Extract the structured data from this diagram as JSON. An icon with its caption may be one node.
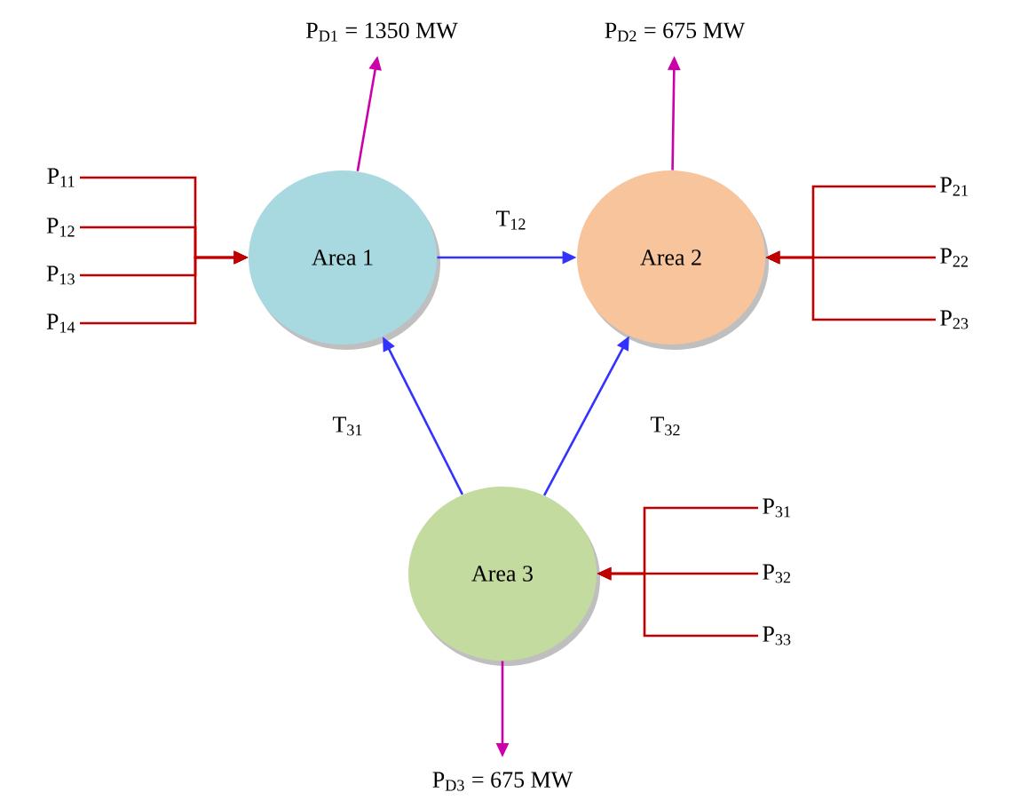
{
  "diagram": {
    "nodes": [
      {
        "text": [
          "Area 1"
        ]
      },
      {
        "text": [
          "Area 2"
        ]
      },
      {
        "text": [
          "Area 3"
        ]
      },
      {
        "text": [
          "P$_{11}$"
        ]
      },
      {
        "text": [
          "P$_{12}$"
        ]
      },
      {
        "text": [
          "P$_{13}$"
        ]
      },
      {
        "text": [
          "P$_{14}$"
        ]
      },
      {
        "text": [
          "P$_{21}$"
        ]
      },
      {
        "text": [
          "P$_{22}$"
        ]
      },
      {
        "text": [
          "P$_{23}$"
        ]
      },
      {
        "text": [
          "P$_{31}$"
        ]
      },
      {
        "text": [
          "P$_{32}$"
        ]
      },
      {
        "text": [
          "P$_{33}$"
        ]
      },
      {
        "text": [
          "P$_{D1}$ = 1350 MW"
        ]
      },
      {
        "text": [
          "P$_{D2}$ = 675 MW"
        ]
      },
      {
        "text": [
          "P$_{D3}$ = 675 MW"
        ]
      }
    ],
    "edges": [
      {
        "from": 3,
        "to": 0,
        "arrow": "to"
      },
      {
        "from": 4,
        "to": 0,
        "arrow": "to"
      },
      {
        "from": 5,
        "to": 0,
        "arrow": "to"
      },
      {
        "from": 6,
        "to": 0,
        "arrow": "to"
      },
      {
        "from": 7,
        "to": 1,
        "arrow": "to"
      },
      {
        "from": 8,
        "to": 1,
        "arrow": "to"
      },
      {
        "from": 9,
        "to": 1,
        "arrow": "to"
      },
      {
        "from": 10,
        "to": 2,
        "arrow": "to"
      },
      {
        "from": 11,
        "to": 2,
        "arrow": "to"
      },
      {
        "from": 12,
        "to": 2,
        "arrow": "to"
      },
      {
        "from": 0,
        "to": 1,
        "arrow": "to",
        "label": "T$_{12}$",
        "color": "#3333ff"
      },
      {
        "from": 2,
        "to": 0,
        "arrow": "to",
        "label": "T$_{31}$",
        "color": "#3333ff"
      },
      {
        "from": 2,
        "to": 1,
        "arrow": "to",
        "label": "T$_{32}$",
        "color": "#3333ff"
      },
      {
        "from": 0,
        "to": 13,
        "arrow": "to",
        "color": "#cc00aa"
      },
      {
        "from": 1,
        "to": 14,
        "arrow": "to",
        "color": "#cc00aa"
      },
      {
        "from": 2,
        "to": 15,
        "arrow": "to",
        "color": "#cc00aa"
      }
    ]
  }
}
